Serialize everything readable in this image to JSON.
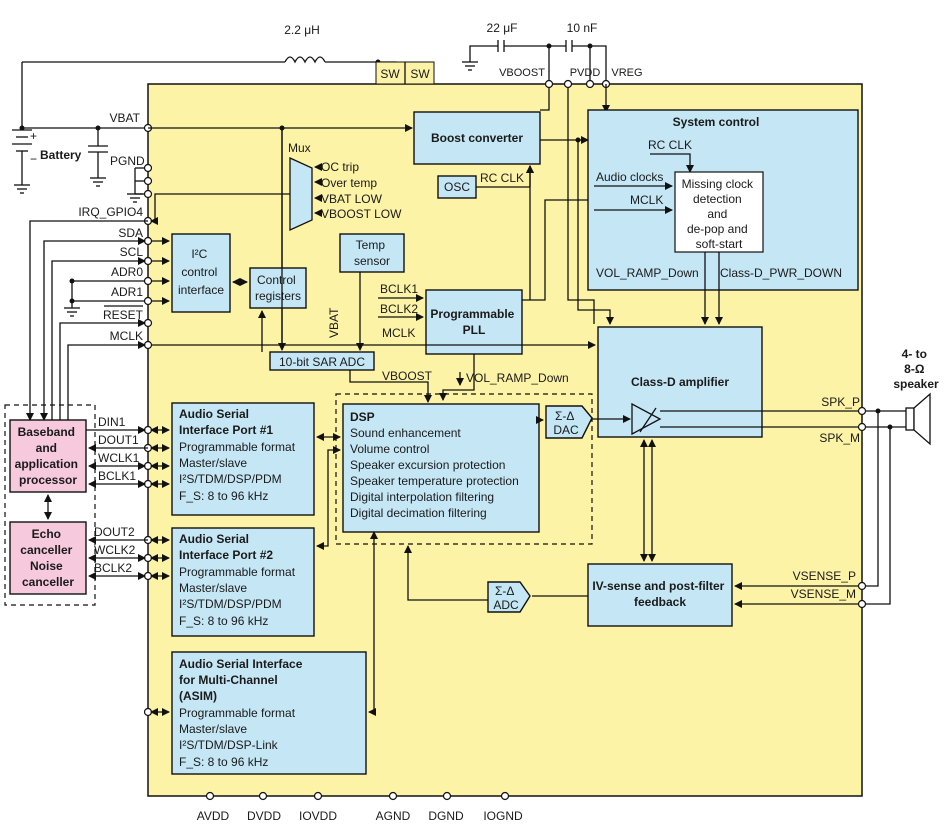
{
  "components": {
    "inductor": "2.2 μH",
    "cap_boost": "22 μF",
    "cap_pvdd": "10 nF",
    "battery": "Battery",
    "battery_plus": "+",
    "battery_minus": "−",
    "speaker": [
      "4- to",
      "8-Ω",
      "speaker"
    ]
  },
  "pins": {
    "top": [
      "SW",
      "SW",
      "VBOOST",
      "PVDD",
      "VREG"
    ],
    "left": [
      "VBAT",
      "PGND",
      "IRQ_GPIO4",
      "SDA",
      "SCL",
      "ADR0",
      "ADR1",
      "RESET",
      "MCLK",
      "DIN1",
      "DOUT1",
      "WCLK1",
      "BCLK1",
      "DOUT2",
      "WCLK2",
      "BCLK2"
    ],
    "right": [
      "SPK_P",
      "SPK_M",
      "VSENSE_P",
      "VSENSE_M"
    ],
    "bottom": [
      "AVDD",
      "DVDD",
      "IOVDD",
      "AGND",
      "DGND",
      "IOGND"
    ]
  },
  "mux": {
    "title": "Mux",
    "inputs": [
      "OC trip",
      "Over temp",
      "VBAT LOW",
      "VBOOST LOW"
    ]
  },
  "blocks": {
    "boost": "Boost converter",
    "osc": "OSC",
    "rc_clk": "RC CLK",
    "i2c": [
      "I²C",
      "control",
      "interface"
    ],
    "ctrl_regs": [
      "Control",
      "registers"
    ],
    "temp": [
      "Temp",
      "sensor"
    ],
    "pll": [
      "Programmable",
      "PLL"
    ],
    "sar": "10-bit SAR ADC",
    "dsp": {
      "title": "DSP",
      "lines": [
        "Sound enhancement",
        "Volume control",
        "Speaker excursion protection",
        "Speaker temperature protection",
        "Digital interpolation filtering",
        "Digital decimation filtering"
      ]
    },
    "dac": [
      "Σ-Δ",
      "DAC"
    ],
    "adc": [
      "Σ-Δ",
      "ADC"
    ],
    "classd": "Class-D amplifier",
    "ivsense": [
      "IV-sense and post-filter",
      "feedback"
    ],
    "asi1": {
      "title": [
        "Audio Serial",
        "Interface Port #1"
      ],
      "lines": [
        "Programmable format",
        "Master/slave",
        "I²S/TDM/DSP/PDM",
        "F_S: 8 to 96 kHz"
      ]
    },
    "asi2": {
      "title": [
        "Audio Serial",
        "Interface Port #2"
      ],
      "lines": [
        "Programmable format",
        "Master/slave",
        "I²S/TDM/DSP/PDM",
        "F_S: 8 to 96 kHz"
      ]
    },
    "asim": {
      "title": [
        "Audio Serial Interface",
        "for Multi-Channel",
        "(ASIM)"
      ],
      "lines": [
        "Programmable format",
        "Master/slave",
        "I²S/TDM/DSP-Link",
        "F_S: 8 to 96 kHz"
      ]
    },
    "baseband": [
      "Baseband",
      "and",
      "application",
      "processor"
    ],
    "echo": [
      "Echo",
      "canceller",
      "Noise",
      "canceller"
    ]
  },
  "system_control": {
    "title": "System control",
    "rc_clk": "RC CLK",
    "audio_clocks": "Audio clocks",
    "mclk": "MCLK",
    "inner": [
      "Missing clock",
      "detection",
      "and",
      "de-pop and",
      "soft-start"
    ],
    "vol_ramp": "VOL_RAMP_Down",
    "pwr_down": "Class-D_PWR_DOWN"
  },
  "signals": {
    "bclk1": "BCLK1",
    "bclk2": "BCLK2",
    "mclk": "MCLK",
    "vbat": "VBAT",
    "vboost": "VBOOST",
    "vol_ramp_down": "VOL_RAMP_Down"
  }
}
